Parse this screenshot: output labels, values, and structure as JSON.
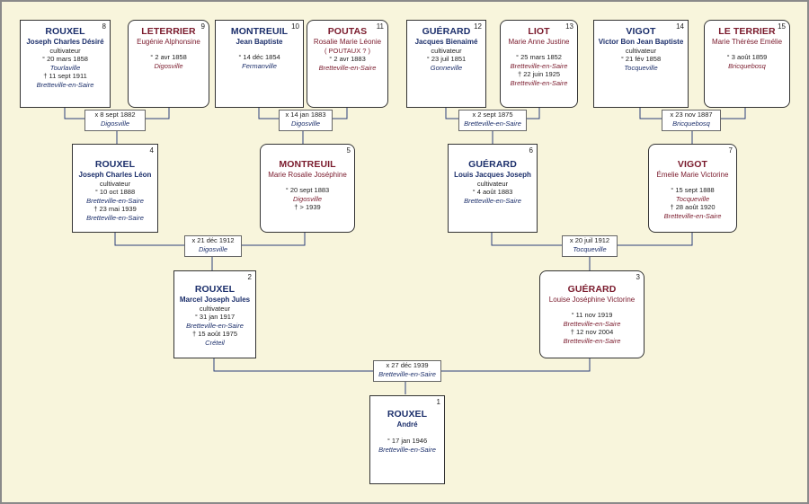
{
  "persons": {
    "p1": {
      "num": "1",
      "surname": "ROUXEL",
      "given": "André",
      "birth": "° 17 jan 1946",
      "birth_place": "Bretteville-en-Saire"
    },
    "p2": {
      "num": "2",
      "surname": "ROUXEL",
      "given": "Marcel Joseph Jules",
      "occupation": "cultivateur",
      "birth": "° 31 jan 1917",
      "birth_place": "Bretteville-en-Saire",
      "death": "† 15 août 1975",
      "death_place": "Créteil"
    },
    "p3": {
      "num": "3",
      "surname": "GUÉRARD",
      "given": "Louise Joséphine Victorine",
      "birth": "° 11 nov 1919",
      "birth_place": "Bretteville-en-Saire",
      "death": "† 12 nov 2004",
      "death_place": "Bretteville-en-Saire"
    },
    "p4": {
      "num": "4",
      "surname": "ROUXEL",
      "given": "Joseph Charles Léon",
      "occupation": "cultivateur",
      "birth": "° 10 oct 1888",
      "birth_place": "Bretteville-en-Saire",
      "death": "† 23 mai 1939",
      "death_place": "Bretteville-en-Saire"
    },
    "p5": {
      "num": "5",
      "surname": "MONTREUIL",
      "given": "Marie Rosalie Joséphine",
      "birth": "° 20 sept 1883",
      "birth_place": "Digosville",
      "death": "† > 1939"
    },
    "p6": {
      "num": "6",
      "surname": "GUÉRARD",
      "given": "Louis Jacques Joseph",
      "occupation": "cultivateur",
      "birth": "° 4 août 1883",
      "birth_place": "Bretteville-en-Saire"
    },
    "p7": {
      "num": "7",
      "surname": "VIGOT",
      "given": "Émelie Marie Victorine",
      "birth": "° 15 sept 1888",
      "birth_place": "Tocqueville",
      "death": "† 28 août 1920",
      "death_place": "Bretteville-en-Saire"
    },
    "p8": {
      "num": "8",
      "surname": "ROUXEL",
      "given": "Joseph Charles Désiré",
      "occupation": "cultivateur",
      "birth": "° 20 mars 1858",
      "birth_place": "Tourlaville",
      "death": "† 11 sept 1911",
      "death_place": "Bretteville-en-Saire"
    },
    "p9": {
      "num": "9",
      "surname": "LETERRIER",
      "given": "Eugénie Alphonsine",
      "birth": "° 2 avr 1858",
      "birth_place": "Digosville"
    },
    "p10": {
      "num": "10",
      "surname": "MONTREUIL",
      "given": "Jean Baptiste",
      "birth": "° 14 déc 1854",
      "birth_place": "Fermanville"
    },
    "p11": {
      "num": "11",
      "surname": "POUTAS",
      "given": "Rosalie Marie Léonie",
      "note": "( POUTAUX ? )",
      "birth": "° 2 avr 1883",
      "birth_place": "Bretteville-en-Saire"
    },
    "p12": {
      "num": "12",
      "surname": "GUÉRARD",
      "given": "Jacques Bienaimé",
      "occupation": "cultivateur",
      "birth": "° 23 juil 1851",
      "birth_place": "Gonneville"
    },
    "p13": {
      "num": "13",
      "surname": "LIOT",
      "given": "Marie Anne Justine",
      "birth": "° 25 mars 1852",
      "birth_place": "Bretteville-en-Saire",
      "death": "† 22 juin 1925",
      "death_place": "Bretteville-en-Saire"
    },
    "p14": {
      "num": "14",
      "surname": "VIGOT",
      "given": "Victor Bon Jean Baptiste",
      "occupation": "cultivateur",
      "birth": "° 21 fév 1858",
      "birth_place": "Tocqueville"
    },
    "p15": {
      "num": "15",
      "surname": "LE TERRIER",
      "given": "Marie Thérèse Emélie",
      "birth": "° 3 août 1859",
      "birth_place": "Bricquebosq"
    }
  },
  "marriages": {
    "m1": {
      "date": "x 27 déc 1939",
      "place": "Bretteville-en-Saire"
    },
    "m2": {
      "date": "x 21 déc 1912",
      "place": "Digosville"
    },
    "m3": {
      "date": "x 20 juil 1912",
      "place": "Tocqueville"
    },
    "m4": {
      "date": "x 8 sept 1882",
      "place": "Digosville"
    },
    "m5": {
      "date": "x 14 jan 1883",
      "place": "Digosville"
    },
    "m6": {
      "date": "x 2 sept 1875",
      "place": "Bretteville-en-Saire"
    },
    "m7": {
      "date": "x 23 nov 1887",
      "place": "Bricquebosq"
    }
  },
  "colors": {
    "background": "#f8f5dc",
    "male": "#1c2f6b",
    "female": "#7a1a2c",
    "line": "#2b3f7a"
  }
}
